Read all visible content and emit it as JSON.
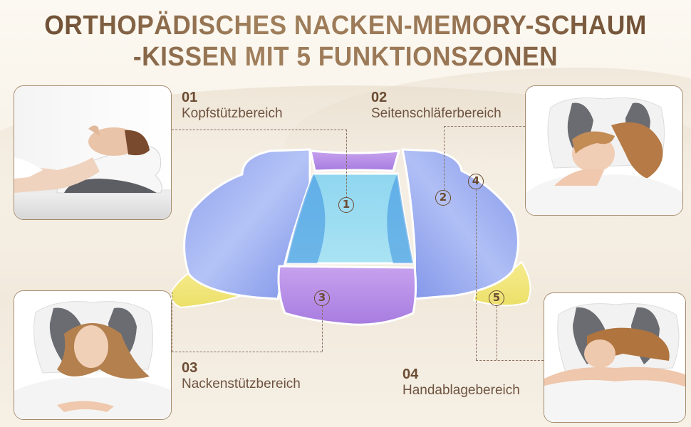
{
  "title": {
    "line1": "ORTHOPÄDISCHES NACKEN-MEMORY-SCHAUM",
    "line2": "-KISSEN MIT 5 FUNKTIONSZONEN"
  },
  "zones": [
    {
      "number": "01",
      "label": "Kopfstützbereich"
    },
    {
      "number": "02",
      "label": "Seitenschläferbereich"
    },
    {
      "number": "03",
      "label": "Nackenstützbereich"
    },
    {
      "number": "04",
      "label": "Handablagebereich"
    }
  ],
  "markers": [
    "1",
    "2",
    "3",
    "4",
    "5"
  ],
  "photos": [
    {
      "alt": "Frau in Rückenlage auf Nackenkissen (Seitenansicht)"
    },
    {
      "alt": "Frau schläft in Seitenlage auf dem Kissen"
    },
    {
      "alt": "Frau schläft in Rückenlage auf dem Kissen"
    },
    {
      "alt": "Frau schläft in Bauchlage auf dem Kissen"
    }
  ],
  "colors": {
    "title_brown": "#8b6a4a",
    "label_brown": "#6b4b32",
    "frame_border": "#a48a6c",
    "zone_blue": "#8ea3ef",
    "zone_center": "#7fd0ee",
    "zone_purple": "#c59ae8",
    "zone_green": "#5fd7a6",
    "zone_yellow": "#f0e27a"
  }
}
